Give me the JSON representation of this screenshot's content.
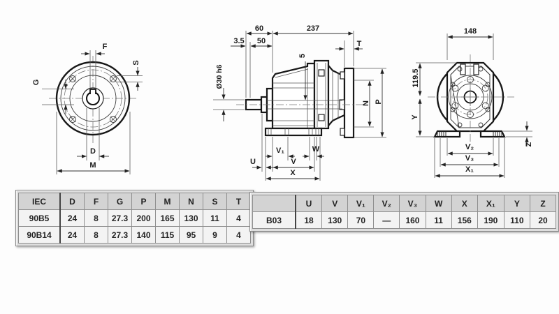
{
  "views": {
    "front": {
      "labels": {
        "f": "F",
        "s": "S",
        "g": "G",
        "d": "D",
        "m": "M"
      }
    },
    "side": {
      "labels": {
        "d60": "60",
        "d237": "237",
        "d35": "3.5",
        "d50": "50",
        "shaft": "Ø30 h6",
        "key5": "5",
        "t": "T",
        "n": "N",
        "p": "P",
        "u": "U",
        "v": "V",
        "v1": "V₁",
        "w": "W",
        "x": "X"
      }
    },
    "rear": {
      "labels": {
        "d148": "148",
        "d1195": "119.5",
        "y": "Y",
        "z": "Z",
        "v2": "V₂",
        "v3": "V₃",
        "x1": "X₁"
      }
    }
  },
  "tables": {
    "iec": {
      "headers": [
        "IEC",
        "D",
        "F",
        "G",
        "P",
        "M",
        "N",
        "S",
        "T"
      ],
      "rows": [
        [
          "90B5",
          "24",
          "8",
          "27.3",
          "200",
          "165",
          "130",
          "11",
          "4"
        ],
        [
          "90B14",
          "24",
          "8",
          "27.3",
          "140",
          "115",
          "95",
          "9",
          "4"
        ]
      ]
    },
    "b03": {
      "headers": [
        "",
        "U",
        "V",
        "V₁",
        "V₂",
        "V₃",
        "W",
        "X",
        "X₁",
        "Y",
        "Z"
      ],
      "rows": [
        [
          "B03",
          "18",
          "130",
          "70",
          "—",
          "160",
          "11",
          "156",
          "190",
          "110",
          "20"
        ]
      ]
    }
  }
}
